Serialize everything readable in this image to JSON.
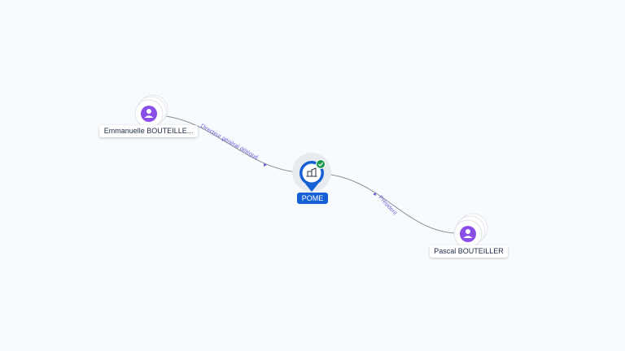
{
  "nodes": {
    "person_1": {
      "name": "Emmanuelle BOUTEILLE...",
      "icon": "person-icon"
    },
    "company": {
      "name": "POME",
      "icon": "building-icon",
      "badge_icon": "check-badge-icon"
    },
    "person_2": {
      "name": "Pascal BOUTEILLER",
      "icon": "person-icon"
    }
  },
  "edges": {
    "edge_1": {
      "label": "Directeur général délégué"
    },
    "edge_2": {
      "label": "Président"
    }
  },
  "colors": {
    "person_accent": "#8a4ee8",
    "company_accent": "#1660d6",
    "verified_badge": "#1e9a4f",
    "edge_label": "#6f60d8"
  }
}
